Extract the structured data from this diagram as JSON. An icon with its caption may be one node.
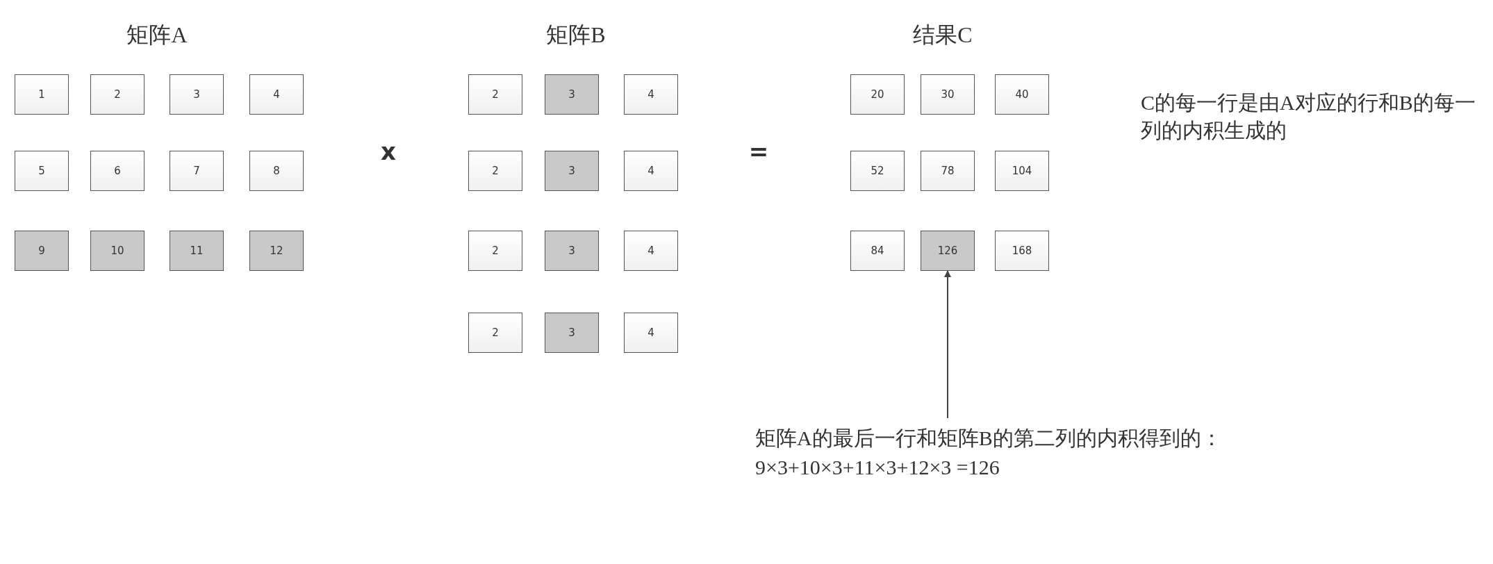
{
  "diagram": {
    "nodes": [
      {
        "text": [
          "1"
        ]
      },
      {
        "text": [
          "2"
        ]
      },
      {
        "text": [
          "3"
        ]
      },
      {
        "text": [
          "4"
        ]
      },
      {
        "text": [
          "5"
        ]
      },
      {
        "text": [
          "6"
        ]
      },
      {
        "text": [
          "7"
        ]
      },
      {
        "text": [
          "8"
        ]
      },
      {
        "text": [
          "9"
        ]
      },
      {
        "text": [
          "10"
        ]
      },
      {
        "text": [
          "11"
        ]
      },
      {
        "text": [
          "12"
        ]
      },
      {
        "text": [
          "2"
        ]
      },
      {
        "text": [
          "3"
        ]
      },
      {
        "text": [
          "4"
        ]
      },
      {
        "text": [
          "2"
        ]
      },
      {
        "text": [
          "3"
        ]
      },
      {
        "text": [
          "4"
        ]
      },
      {
        "text": [
          "2"
        ]
      },
      {
        "text": [
          "3"
        ]
      },
      {
        "text": [
          "4"
        ]
      },
      {
        "text": [
          "2"
        ]
      },
      {
        "text": [
          "3"
        ]
      },
      {
        "text": [
          "4"
        ]
      },
      {
        "text": [
          "20"
        ]
      },
      {
        "text": [
          "30"
        ]
      },
      {
        "text": [
          "40"
        ]
      },
      {
        "text": [
          "52"
        ]
      },
      {
        "text": [
          "78"
        ]
      },
      {
        "text": [
          "104"
        ]
      },
      {
        "text": [
          "84"
        ]
      },
      {
        "text": [
          "126"
        ]
      },
      {
        "text": [
          "168"
        ]
      },
      {
        "text": [
          "矩阵A的最后一行和矩阵B的第二列的内积得到的：",
          "9×3+10×3+11×3+12×3 =126"
        ]
      }
    ],
    "edges": [
      {
        "from": 33,
        "to": 31,
        "arrow": "to"
      }
    ],
    "labels": [
      "矩阵A",
      "矩阵B",
      "结果C",
      "x",
      "=",
      "C的每一行是由A对应的行和B的每一列的内积生成的"
    ]
  }
}
